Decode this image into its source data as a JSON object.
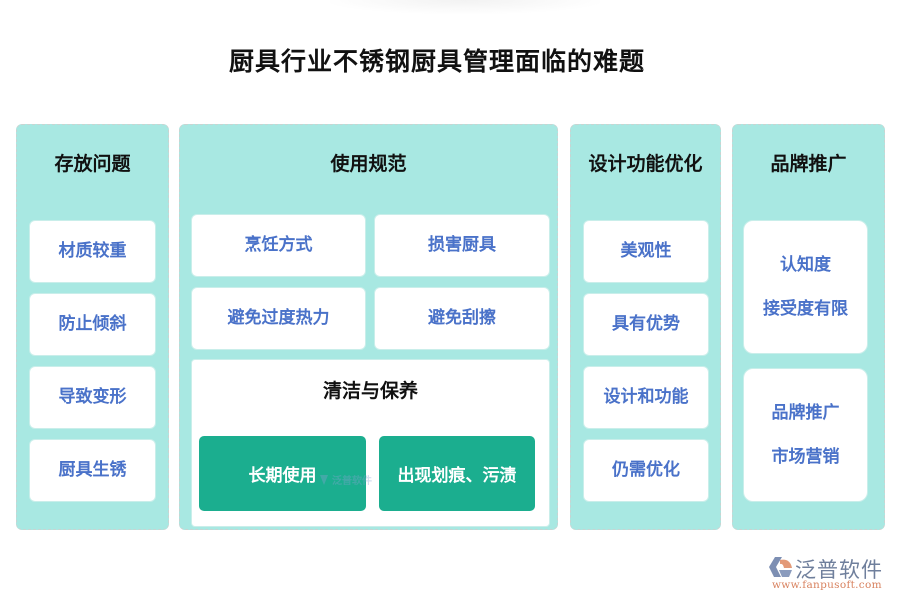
{
  "title": "厨具行业不锈钢厨具管理面临的难题",
  "colors": {
    "column_bg": "#a8e8e2",
    "card_text": "#4a72c9",
    "title_text": "#111111",
    "green_button": "#1bae8f",
    "logo_gray": "#6f7f9c",
    "logo_orange": "#d8825f"
  },
  "columns": [
    {
      "title": "存放问题",
      "items": [
        "材质较重",
        "防止倾斜",
        "导致变形",
        "厨具生锈"
      ]
    },
    {
      "title": "使用规范",
      "items": [
        "烹饪方式",
        "损害厨具",
        "避免过度热力",
        "避免刮擦"
      ],
      "sub_section": {
        "title": "清洁与保养",
        "items": [
          "长期使用",
          "出现划痕、污渍"
        ]
      }
    },
    {
      "title": "设计功能优化",
      "items": [
        "美观性",
        "具有优势",
        "设计和功能",
        "仍需优化"
      ]
    },
    {
      "title": "品牌推广",
      "items": [
        {
          "line1": "认知度",
          "line2": "接受度有限"
        },
        {
          "line1": "品牌推广",
          "line2": "市场营销"
        }
      ]
    }
  ],
  "watermark": {
    "small_text": "泛普软件",
    "logo_text": "泛普软件",
    "logo_url": "www.fanpusoft.com"
  }
}
